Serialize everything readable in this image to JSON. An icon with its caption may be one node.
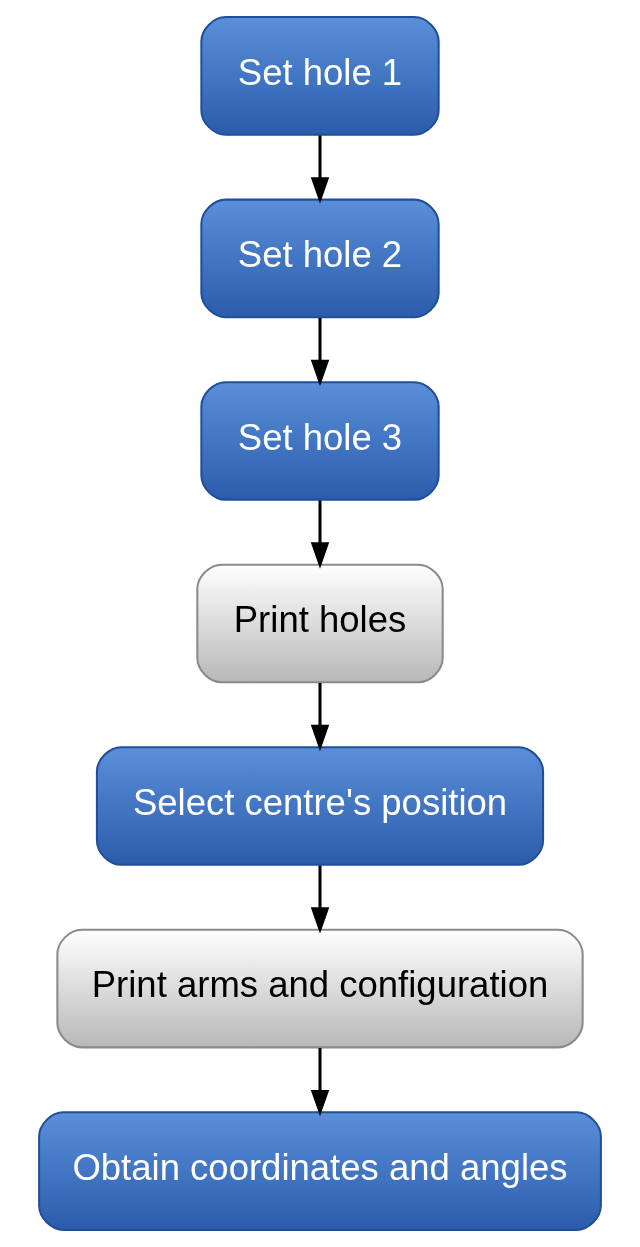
{
  "diagram": {
    "nodes": [
      {
        "text": [
          "Set hole 1"
        ]
      },
      {
        "text": [
          "Set hole 2"
        ]
      },
      {
        "text": [
          "Set hole 3"
        ]
      },
      {
        "text": [
          "Print holes"
        ]
      },
      {
        "text": [
          "Select centre's position"
        ]
      },
      {
        "text": [
          "Print arms and configuration"
        ]
      },
      {
        "text": [
          "Obtain coordinates and angles"
        ]
      }
    ],
    "edges": [
      {
        "from": 0,
        "to": 1,
        "arrow": "to"
      },
      {
        "from": 1,
        "to": 2,
        "arrow": "to"
      },
      {
        "from": 2,
        "to": 3,
        "arrow": "to"
      },
      {
        "from": 3,
        "to": 4,
        "arrow": "to"
      },
      {
        "from": 4,
        "to": 5,
        "arrow": "to"
      },
      {
        "from": 5,
        "to": 6,
        "arrow": "to"
      }
    ]
  }
}
